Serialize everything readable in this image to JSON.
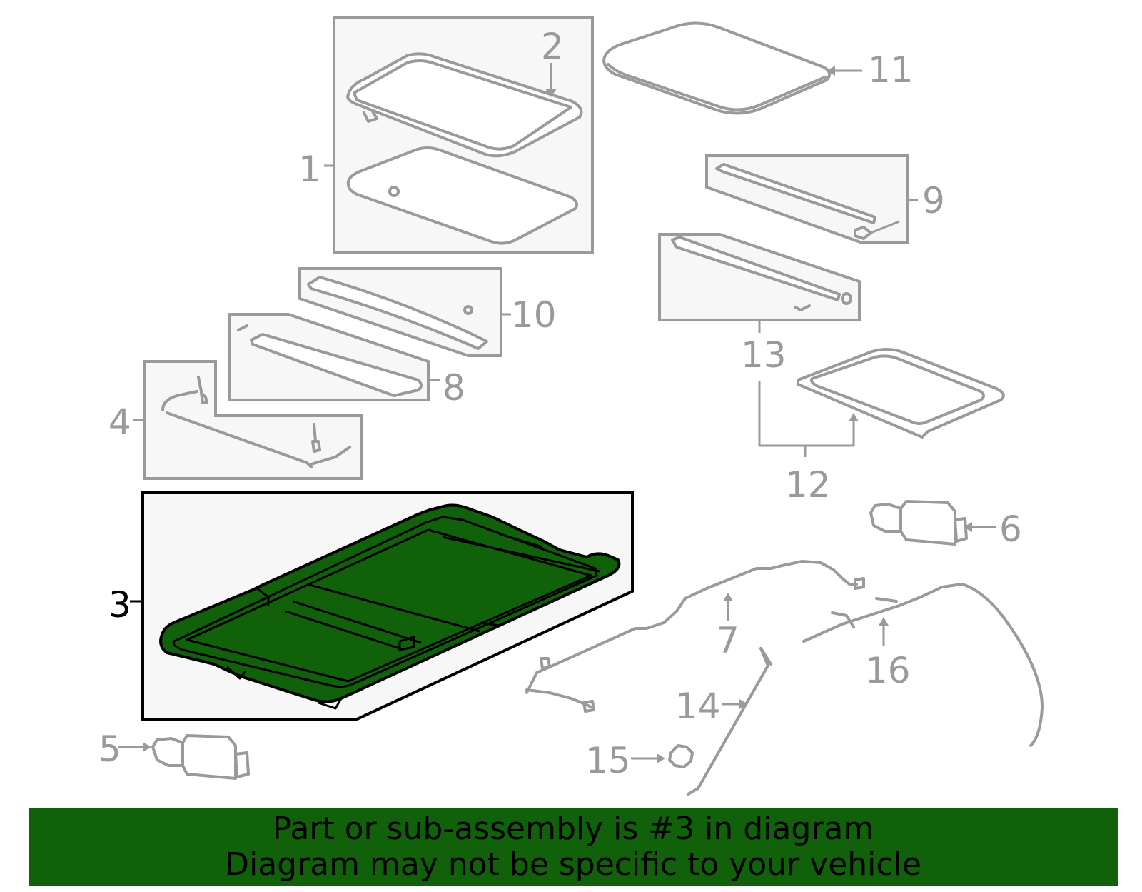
{
  "diagram": {
    "highlighted_part": "3",
    "callouts": [
      "1",
      "2",
      "3",
      "4",
      "5",
      "6",
      "7",
      "8",
      "9",
      "10",
      "11",
      "12",
      "13",
      "14",
      "15",
      "16"
    ],
    "colors": {
      "highlight": "#11600a",
      "line": "#9a9a9a",
      "active": "#000000"
    }
  },
  "banner": {
    "line1": "Part or sub-assembly is #3 in diagram",
    "line2": "Diagram may not be specific to your vehicle"
  }
}
